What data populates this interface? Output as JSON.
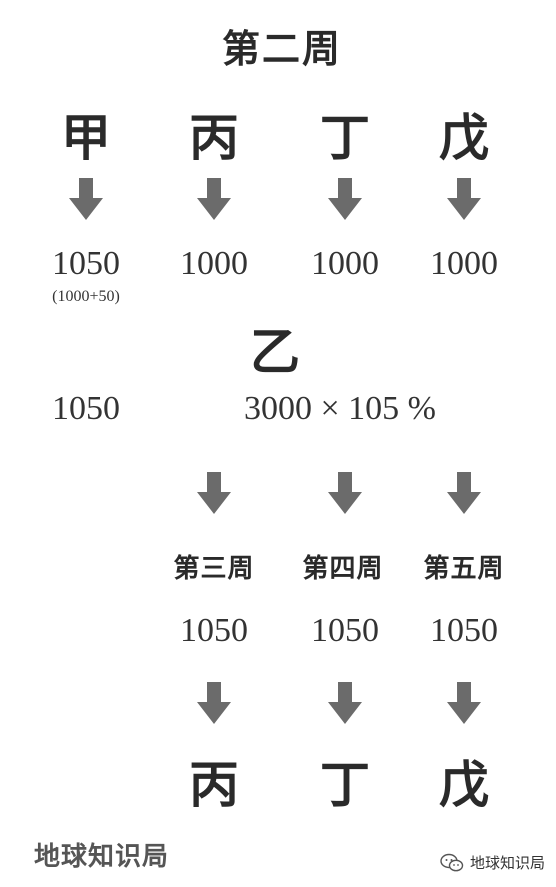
{
  "title": "第二周",
  "people": [
    "甲",
    "丙",
    "丁",
    "戊"
  ],
  "amounts": [
    "1050",
    "1000",
    "1000",
    "1000"
  ],
  "amount_note": "(1000+50)",
  "middle": {
    "person": "乙",
    "left_value": "1050",
    "formula": "3000 × 105 %"
  },
  "weeks": [
    "第三周",
    "第四周",
    "第五周"
  ],
  "week_amounts": [
    "1050",
    "1050",
    "1050"
  ],
  "bottom_people": [
    "丙",
    "丁",
    "戊"
  ],
  "brand": "地球知识局",
  "watermark": "地球知识局",
  "colors": {
    "arrow": "#6b6b6b",
    "text": "#2a2a2a"
  }
}
